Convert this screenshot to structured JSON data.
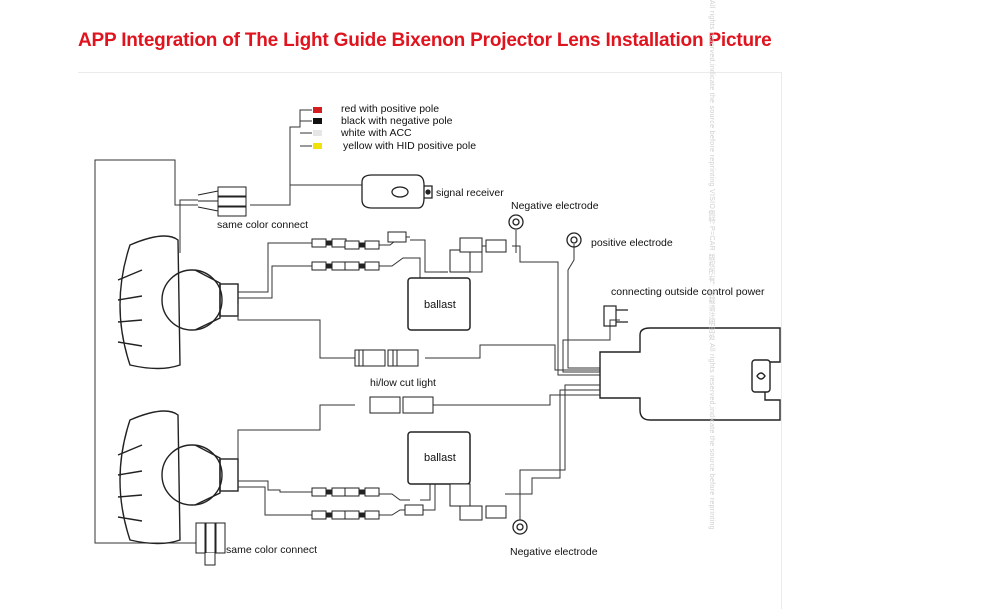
{
  "header": {
    "title": "APP Integration of The Light Guide Bixenon Projector Lens Installation Picture"
  },
  "legend": {
    "items": [
      {
        "label": "red with positive pole",
        "color": "#d21e1e"
      },
      {
        "label": "black with negative pole",
        "color": "#111111"
      },
      {
        "label": "white with ACC",
        "color": "#e6e6e6"
      },
      {
        "label": "yellow with HID positive pole",
        "color": "#f2e20a"
      }
    ]
  },
  "labels": {
    "signal_receiver": "signal receiver",
    "negative_electrode_top": "Negative electrode",
    "positive_electrode": "positive electrode",
    "same_color_connect_top": "same color connect",
    "ballast_top": "ballast",
    "connecting_outside_power": "connecting outside control power",
    "hi_low_cut_light": "hi/low cut light",
    "ballast_bottom": "ballast",
    "same_color_connect_bottom": "same color connect",
    "negative_electrode_bottom": "Negative electrode"
  },
  "watermark": {
    "text": "All rights reserved,indicate the source before reprinting     VISIO佩特     P=CAR     版权所有，转载请注明出处     All rights reserved,indicate the source before reprinting"
  }
}
